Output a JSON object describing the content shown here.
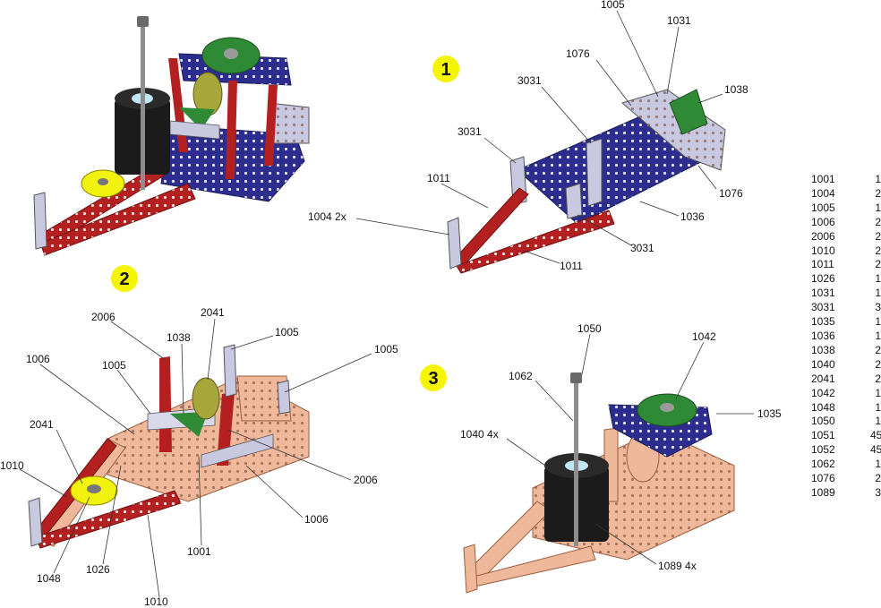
{
  "steps": [
    {
      "number": "1"
    },
    {
      "number": "2"
    },
    {
      "number": "3"
    }
  ],
  "callouts": {
    "step1": [
      "1005",
      "1031",
      "1076",
      "1038",
      "3031",
      "3031",
      "1011",
      "1004 2x",
      "1036",
      "3031",
      "1011",
      "1076"
    ],
    "step2": [
      "2006",
      "2041",
      "1005",
      "1038",
      "1005",
      "1006",
      "1005",
      "2041",
      "1010",
      "2006",
      "1006",
      "1001",
      "1048",
      "1026",
      "1010"
    ],
    "step3": [
      "1050",
      "1042",
      "1062",
      "1035",
      "1040 4x",
      "1089 4x"
    ]
  },
  "parts_list": [
    {
      "id": "1001",
      "qty": "1"
    },
    {
      "id": "1004",
      "qty": "2"
    },
    {
      "id": "1005",
      "qty": "1"
    },
    {
      "id": "1006",
      "qty": "2"
    },
    {
      "id": "2006",
      "qty": "2"
    },
    {
      "id": "1010",
      "qty": "2"
    },
    {
      "id": "1011",
      "qty": "2"
    },
    {
      "id": "1026",
      "qty": "1"
    },
    {
      "id": "1031",
      "qty": "1"
    },
    {
      "id": "3031",
      "qty": "3"
    },
    {
      "id": "1035",
      "qty": "1"
    },
    {
      "id": "1036",
      "qty": "1"
    },
    {
      "id": "1038",
      "qty": "2"
    },
    {
      "id": "1040",
      "qty": "2"
    },
    {
      "id": "2041",
      "qty": "2"
    },
    {
      "id": "1042",
      "qty": "1"
    },
    {
      "id": "1048",
      "qty": "1"
    },
    {
      "id": "1050",
      "qty": "1"
    },
    {
      "id": "1051",
      "qty": "45"
    },
    {
      "id": "1052",
      "qty": "45"
    },
    {
      "id": "1062",
      "qty": "1"
    },
    {
      "id": "1076",
      "qty": "2"
    },
    {
      "id": "1089",
      "qty": "3"
    }
  ],
  "colors": {
    "red": "#b3201f",
    "blue": "#2d2d8f",
    "silver": "#c8c8e0",
    "green": "#2f8a35",
    "yellow": "#f2f20f",
    "olive": "#a6a63a",
    "copper": "#f0b89a",
    "black": "#1b1b1b",
    "badge": "#f5f500"
  }
}
